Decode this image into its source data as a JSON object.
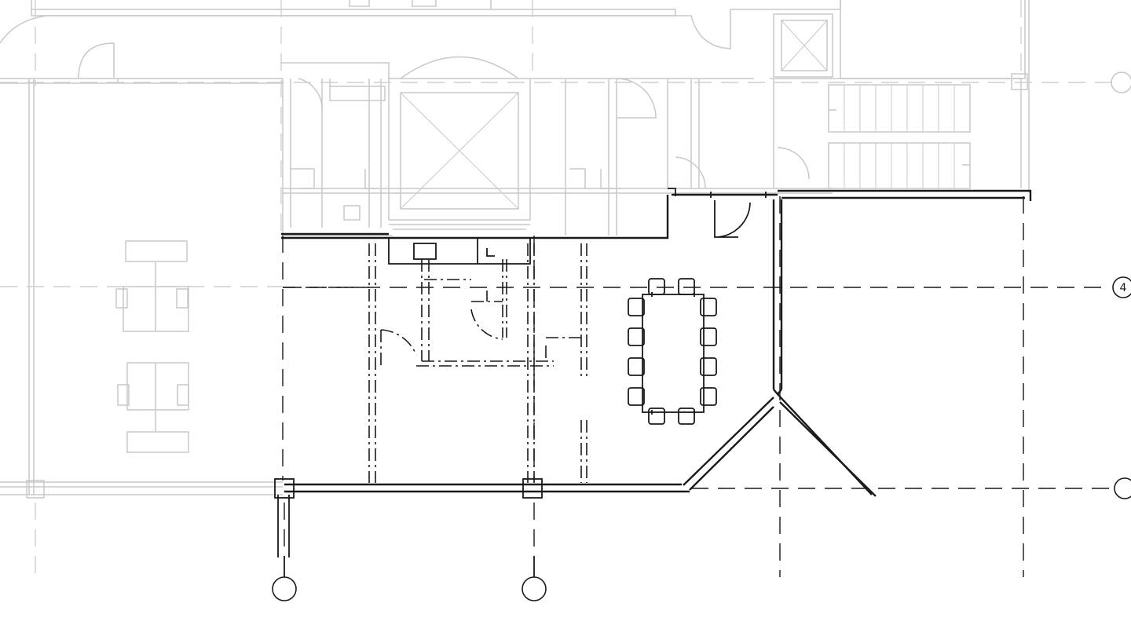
{
  "drawing": {
    "type": "architectural floor plan",
    "grid_bubbles": [
      {
        "id": "bubble-right-upper",
        "label": ""
      },
      {
        "id": "bubble-right-4",
        "label": "4"
      },
      {
        "id": "bubble-right-lower",
        "label": ""
      },
      {
        "id": "bubble-bottom-left",
        "label": ""
      },
      {
        "id": "bubble-bottom-mid",
        "label": ""
      }
    ],
    "colors": {
      "active_linework": "#1a1a1a",
      "underlay_linework": "#c8c8c8",
      "background": "#ffffff"
    }
  }
}
